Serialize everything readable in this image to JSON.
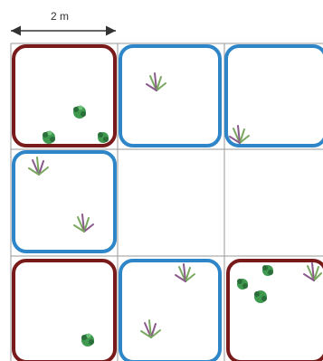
{
  "scale_bar": {
    "label": "2 m"
  },
  "colors": {
    "red_frame": "#7a1b1b",
    "blue_frame": "#2e86c9",
    "grid_line": "#9a9a9a",
    "plant_green": "#3f9a50",
    "plant_dark": "#2a6f3a",
    "grass_green": "#7aa860",
    "grass_purple": "#8a5a8c"
  },
  "grid": {
    "rows": 3,
    "cols": 3,
    "cells": [
      {
        "row": 0,
        "col": 0,
        "frame": "red",
        "plants": [
          {
            "type": "moss"
          },
          {
            "type": "moss"
          },
          {
            "type": "moss"
          }
        ]
      },
      {
        "row": 0,
        "col": 1,
        "frame": "blue",
        "plants": [
          {
            "type": "grass"
          }
        ]
      },
      {
        "row": 0,
        "col": 2,
        "frame": "blue",
        "plants": [
          {
            "type": "grass"
          }
        ]
      },
      {
        "row": 1,
        "col": 0,
        "frame": "blue",
        "plants": [
          {
            "type": "grass"
          },
          {
            "type": "grass"
          }
        ]
      },
      {
        "row": 1,
        "col": 1,
        "frame": "none",
        "plants": []
      },
      {
        "row": 1,
        "col": 2,
        "frame": "none",
        "plants": []
      },
      {
        "row": 2,
        "col": 0,
        "frame": "red",
        "plants": [
          {
            "type": "moss"
          }
        ]
      },
      {
        "row": 2,
        "col": 1,
        "frame": "blue",
        "plants": [
          {
            "type": "grass"
          },
          {
            "type": "grass"
          }
        ]
      },
      {
        "row": 2,
        "col": 2,
        "frame": "red",
        "plants": [
          {
            "type": "moss"
          },
          {
            "type": "moss"
          },
          {
            "type": "moss"
          },
          {
            "type": "grass"
          }
        ]
      }
    ]
  }
}
